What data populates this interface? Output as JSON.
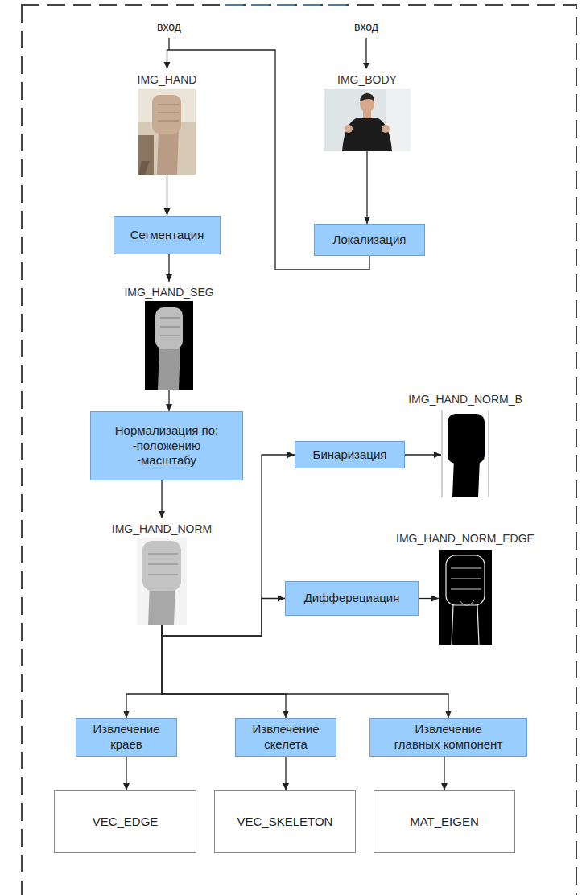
{
  "diagram": {
    "nodes": [
      {
        "text": [
          "IMG_HAND"
        ]
      },
      {
        "text": [
          "IMG_BODY"
        ]
      },
      {
        "text": [
          "Сегментация"
        ]
      },
      {
        "text": [
          "Локализация"
        ]
      },
      {
        "text": [
          "IMG_HAND_SEG"
        ]
      },
      {
        "text": [
          "Нормализация по: -положению -масштабу"
        ]
      },
      {
        "text": [
          "IMG_HAND_NORM_B"
        ]
      },
      {
        "text": [
          "Бинаризация"
        ]
      },
      {
        "text": [
          "IMG_HAND_NORM"
        ]
      },
      {
        "text": [
          "IMG_HAND_NORM_EDGE"
        ]
      },
      {
        "text": [
          "Дифферециация"
        ]
      },
      {
        "text": [
          "Извлечение краев"
        ]
      },
      {
        "text": [
          "Извлечение скелета"
        ]
      },
      {
        "text": [
          "Извлечение главных компонент"
        ]
      },
      {
        "text": [
          "VEC_EDGE"
        ]
      },
      {
        "text": [
          "VEC_SKELETON"
        ]
      },
      {
        "text": [
          "MAT_EIGEN"
        ]
      }
    ],
    "edges": [
      {
        "from": 0,
        "to": 2,
        "arrow": "to"
      },
      {
        "from": 1,
        "to": 3,
        "arrow": "to"
      },
      {
        "from": 3,
        "to": 0,
        "arrow": "to"
      },
      {
        "from": 2,
        "to": 4,
        "arrow": "to"
      },
      {
        "from": 4,
        "to": 5,
        "arrow": "to"
      },
      {
        "from": 5,
        "to": 8,
        "arrow": "to"
      },
      {
        "from": 8,
        "to": 7,
        "arrow": "to"
      },
      {
        "from": 8,
        "to": 10,
        "arrow": "to"
      },
      {
        "from": 8,
        "to": 11,
        "arrow": "to"
      },
      {
        "from": 8,
        "to": 12,
        "arrow": "to"
      },
      {
        "from": 8,
        "to": 13,
        "arrow": "to"
      },
      {
        "from": 7,
        "to": 6,
        "arrow": "to"
      },
      {
        "from": 10,
        "to": 9,
        "arrow": "to"
      },
      {
        "from": 11,
        "to": 14,
        "arrow": "to"
      },
      {
        "from": 12,
        "to": 15,
        "arrow": "to"
      },
      {
        "from": 13,
        "to": 16,
        "arrow": "to"
      }
    ],
    "labels": [
      "вход",
      "вход"
    ]
  }
}
